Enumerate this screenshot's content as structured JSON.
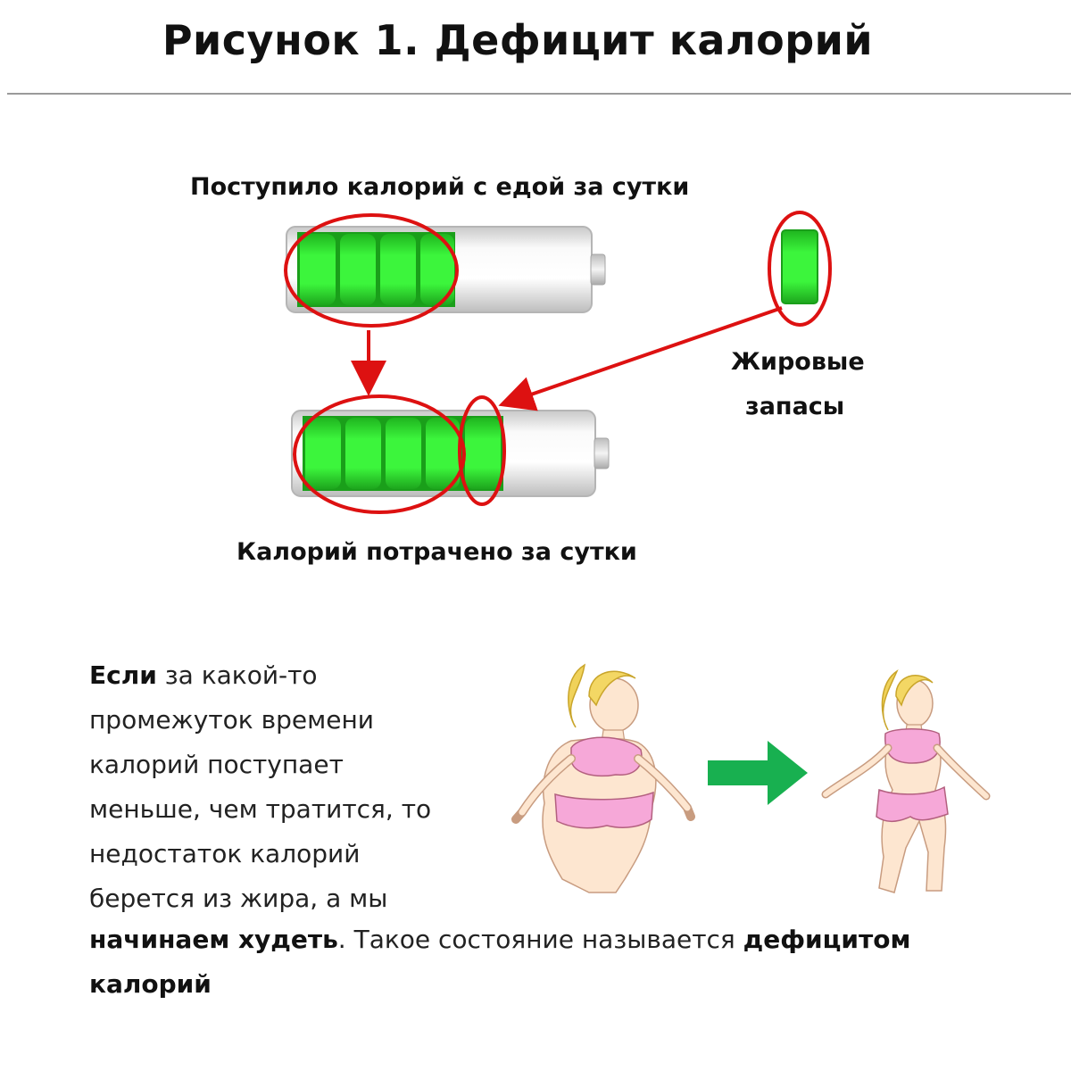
{
  "title": "Рисунок 1. Дефицит калорий",
  "labels": {
    "intake": "Поступило калорий с едой за сутки",
    "fat_line1": "Жировые",
    "fat_line2": "запасы",
    "spent": "Калорий потрачено за сутки"
  },
  "paragraph": {
    "line1_bold": "Если",
    "line1_rest": " за какой-то",
    "line2": "промежуток времени",
    "line3": "калорий поступает",
    "line4": "меньше, чем тратится, то",
    "line5": "недостаток калорий",
    "line6": "берется из жира, а мы",
    "line7_bold": "начинаем худеть",
    "line7_rest": ". Такое состояние называется ",
    "line7_bold2": "дефицитом",
    "line8_bold": "калорий"
  },
  "colors": {
    "battery_green": "#2fe02f",
    "highlight_red": "#dd1111",
    "arrow_green": "#18b050",
    "swimsuit_pink": "#f6a8d8"
  }
}
